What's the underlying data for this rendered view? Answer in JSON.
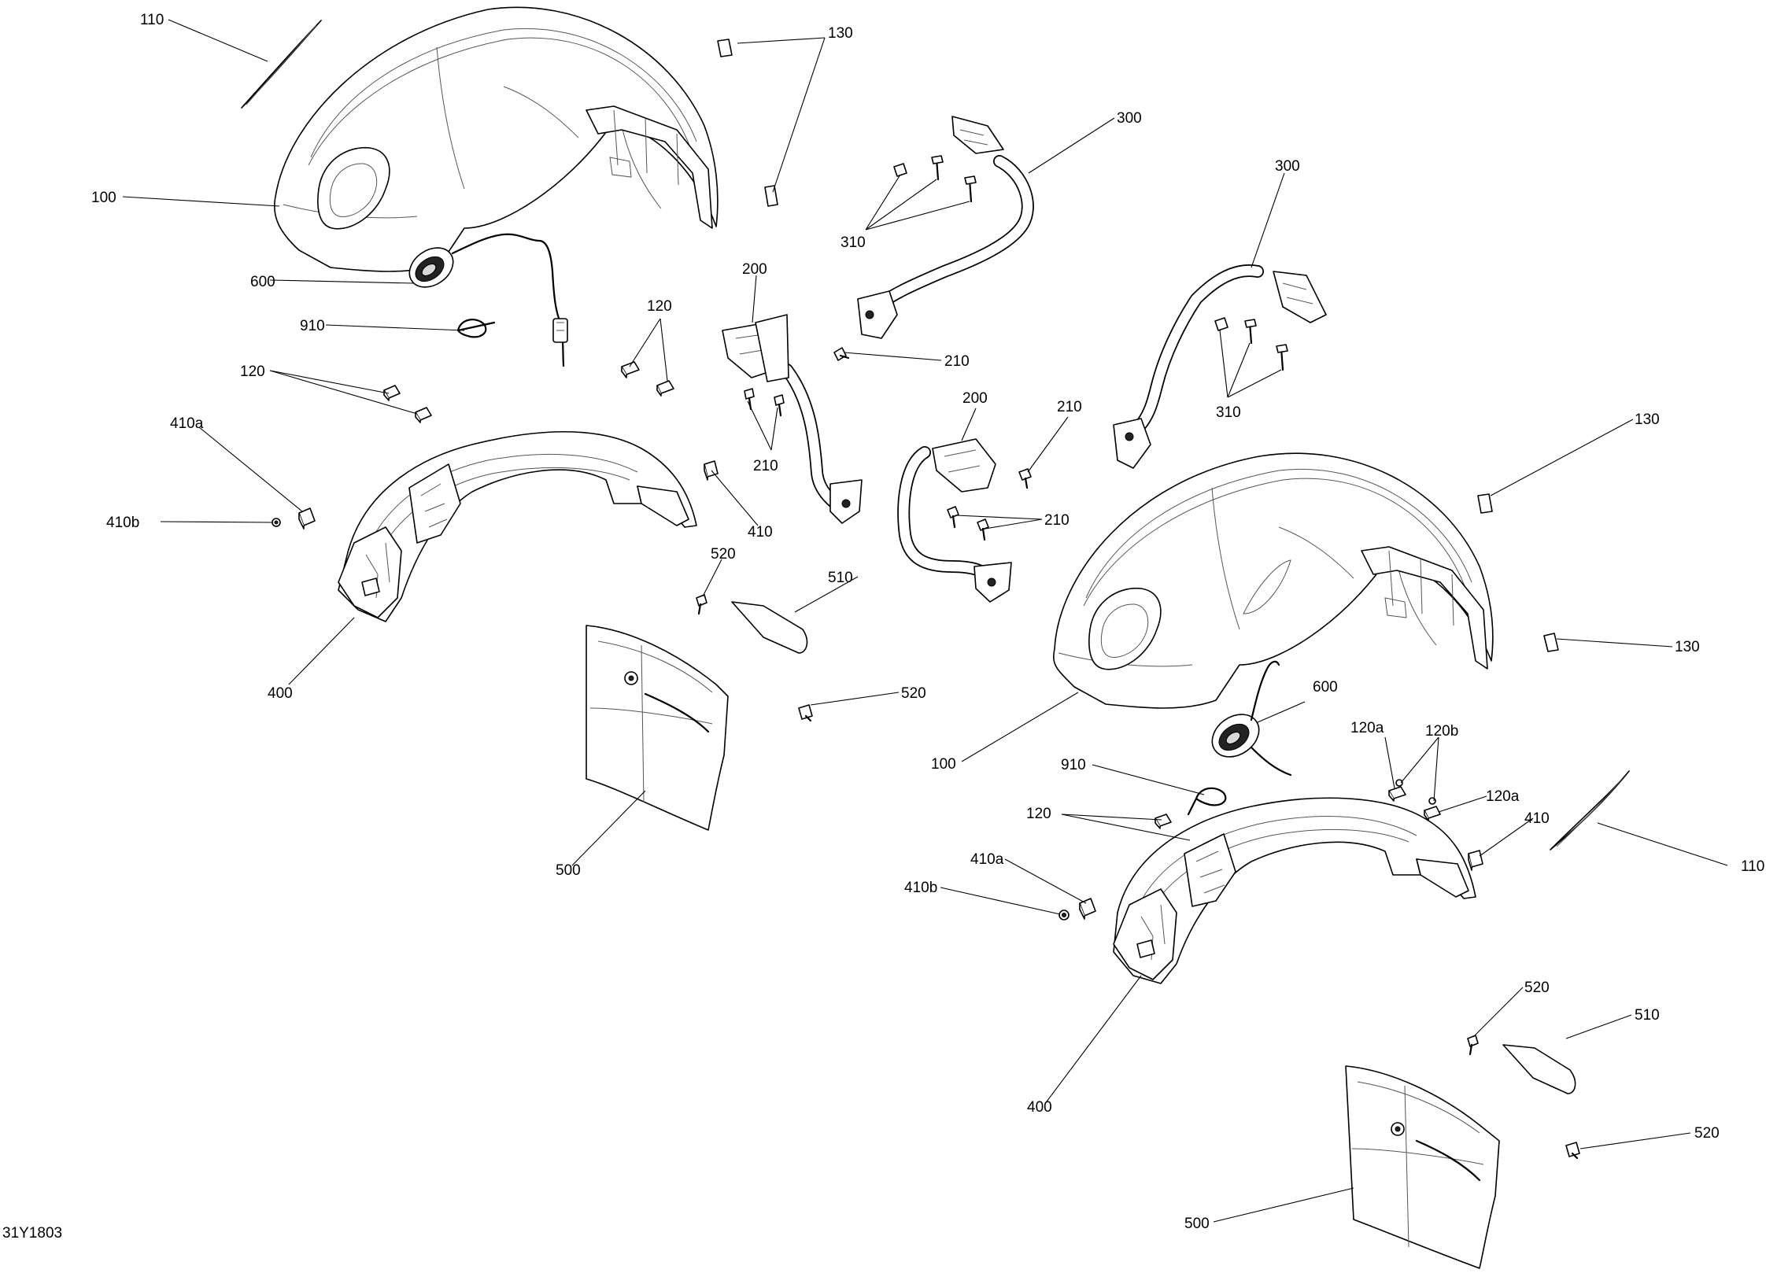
{
  "diagram_id": "31Y1803",
  "callouts": {
    "c110_l": "110",
    "c130_l": "130",
    "c100_l": "100",
    "c600_l": "600",
    "c910_l": "910",
    "c120_l1": "120",
    "c120_l2": "120",
    "c410a_l": "410a",
    "c410b_l": "410b",
    "c410_l": "410",
    "c400_l": "400",
    "c500_l": "500",
    "c510_l": "510",
    "c520_l1": "520",
    "c520_l2": "520",
    "c200_l": "200",
    "c210_l1": "210",
    "c210_l2": "210",
    "c300_l": "300",
    "c310_l": "310",
    "c300_r": "300",
    "c310_r": "310",
    "c200_r": "200",
    "c210_r1": "210",
    "c210_r2": "210",
    "c130_r1": "130",
    "c130_r2": "130",
    "c100_r": "100",
    "c600_r": "600",
    "c910_r": "910",
    "c120a_r1": "120a",
    "c120b_r": "120b",
    "c120a_r2": "120a",
    "c120_r": "120",
    "c410_r": "410",
    "c110_r": "110",
    "c410a_r": "410a",
    "c410b_r": "410b",
    "c400_r": "400",
    "c520_r1": "520",
    "c510_r": "510",
    "c520_r2": "520",
    "c500_r": "500"
  }
}
